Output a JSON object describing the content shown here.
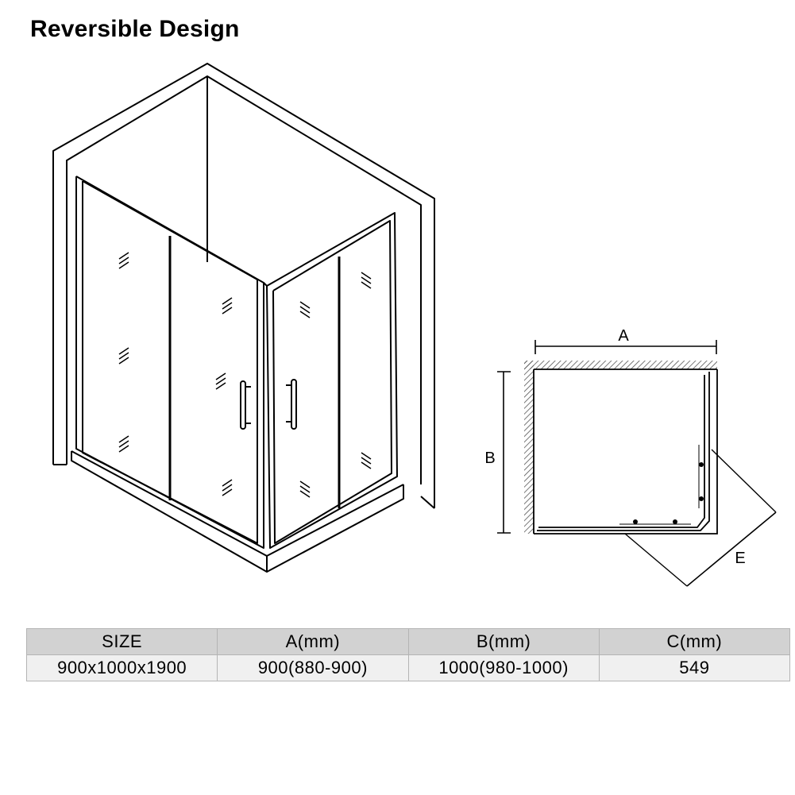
{
  "title": "Reversible Design",
  "plan_labels": {
    "a": "A",
    "b": "B",
    "e": "E"
  },
  "table": {
    "headers": [
      "SIZE",
      "A(mm)",
      "B(mm)",
      "C(mm)"
    ],
    "rows": [
      [
        "900x1000x1900",
        "900(880-900)",
        "1000(980-1000)",
        "549"
      ]
    ]
  },
  "colors": {
    "header_bg": "#d2d2d2",
    "row_bg": "#f0f0f0",
    "line": "#000000"
  }
}
